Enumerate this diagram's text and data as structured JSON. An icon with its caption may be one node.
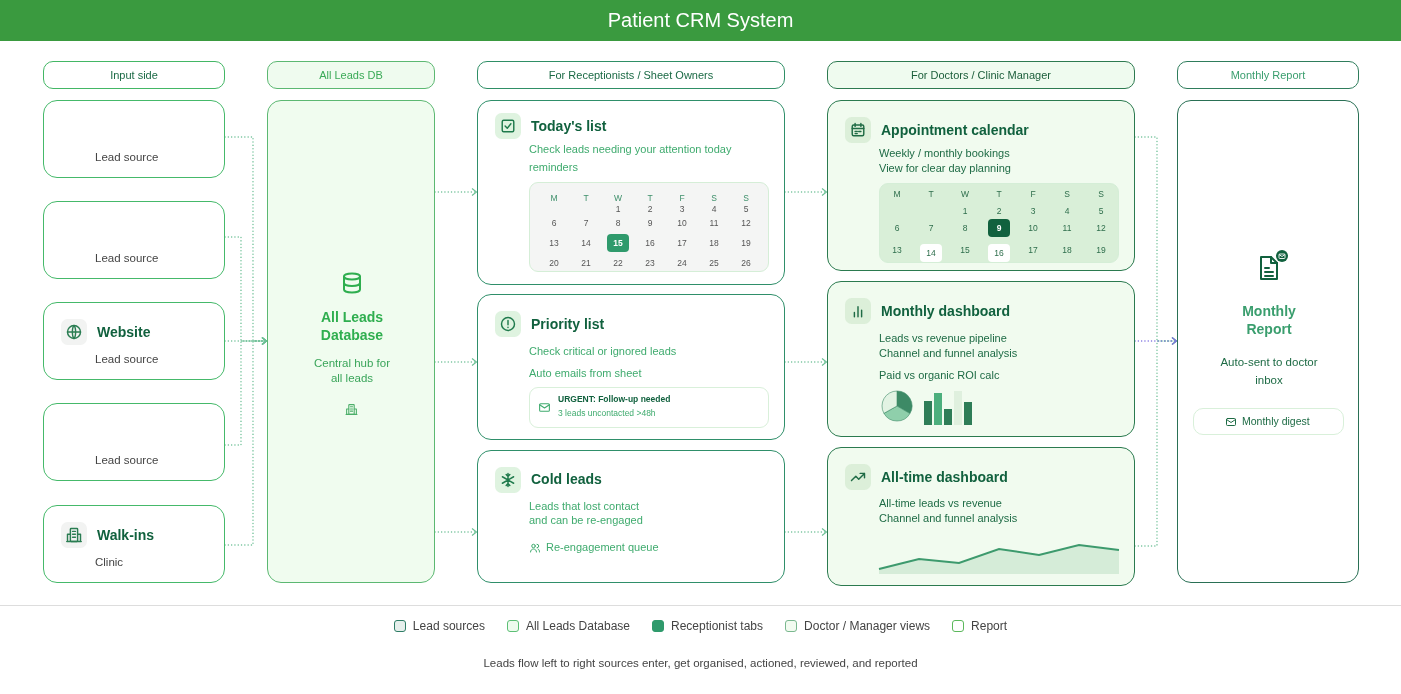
{
  "diagram": {
    "title": "Patient CRM System",
    "caption": "Leads flow left to right sources enter, get organised, actioned, reviewed, and reported",
    "nodes": [
      {
        "text": [
          "Input side"
        ]
      },
      {
        "text": [
          "All Leads DB"
        ]
      },
      {
        "text": [
          "For Receptionists / Sheet Owners"
        ]
      },
      {
        "text": [
          "For Doctors / Clinic Manager"
        ]
      },
      {
        "text": [
          "Monthly Report"
        ]
      },
      {
        "text": [
          "Lead source"
        ]
      },
      {
        "text": [
          "Lead source"
        ]
      },
      {
        "text": [
          "Website",
          "Lead source"
        ]
      },
      {
        "text": [
          "Lead source"
        ]
      },
      {
        "text": [
          "Walk-ins",
          "Clinic"
        ]
      },
      {
        "text": [
          "All Leads Database",
          "Central hub for all leads"
        ]
      },
      {
        "text": [
          "Today's list",
          "Check leads needing your attention today",
          "reminders"
        ]
      },
      {
        "text": [
          "M",
          "T",
          "W",
          "T",
          "F",
          "S",
          "S",
          "1",
          "2",
          "3",
          "4",
          "5",
          "6",
          "7",
          "8",
          "9",
          "10",
          "11",
          "12",
          "13",
          "14",
          "15",
          "16",
          "17",
          "18",
          "19",
          "20",
          "21",
          "22",
          "23",
          "24",
          "25",
          "26"
        ],
        "in": 11
      },
      {
        "text": [
          "Priority list",
          "Check critical or ignored leads",
          "Auto emails from sheet"
        ]
      },
      {
        "text": [
          "URGENT: Follow-up needed",
          "3 leads uncontacted >48h"
        ],
        "in": 13
      },
      {
        "text": [
          "Cold leads",
          "Leads that lost contact",
          "and can be re-engaged",
          "Re-engagement queue"
        ]
      },
      {
        "text": [
          "Appointment calendar",
          "Weekly / monthly bookings",
          "View for clear day planning"
        ]
      },
      {
        "text": [
          "M",
          "T",
          "W",
          "T",
          "F",
          "S",
          "S",
          "1",
          "2",
          "3",
          "4",
          "5",
          "6",
          "7",
          "8",
          "9",
          "10",
          "11",
          "12",
          "13",
          "14",
          "15",
          "16",
          "17",
          "18",
          "19"
        ],
        "in": 16
      },
      {
        "text": [
          "Monthly dashboard",
          "Leads vs revenue pipeline",
          "Channel and funnel analysis",
          "Paid vs organic ROI calc"
        ]
      },
      {
        "text": [
          "All-time dashboard",
          "All-time leads vs revenue",
          "Channel and funnel analysis"
        ]
      },
      {
        "text": [
          "Monthly Report",
          "Auto-sent to doctor inbox"
        ]
      },
      {
        "text": [
          "Monthly digest"
        ],
        "in": 20
      }
    ],
    "edges": [
      {
        "from": 5,
        "to": 10,
        "arrow": "to"
      },
      {
        "from": 6,
        "to": 10,
        "arrow": "to"
      },
      {
        "from": 7,
        "to": 10,
        "arrow": "to"
      },
      {
        "from": 8,
        "to": 10,
        "arrow": "to"
      },
      {
        "from": 9,
        "to": 10,
        "arrow": "to"
      },
      {
        "from": 10,
        "to": 11,
        "arrow": "to"
      },
      {
        "from": 10,
        "to": 13,
        "arrow": "to"
      },
      {
        "from": 10,
        "to": 15,
        "arrow": "to"
      },
      {
        "from": 11,
        "to": 16,
        "arrow": "to"
      },
      {
        "from": 13,
        "to": 18,
        "arrow": "to"
      },
      {
        "from": 15,
        "to": 19,
        "arrow": "to"
      },
      {
        "from": 16,
        "to": 20,
        "arrow": "to"
      },
      {
        "from": 18,
        "to": 20,
        "arrow": "to",
        "color": "#7c6fe0"
      },
      {
        "from": 19,
        "to": 20,
        "arrow": "to"
      }
    ],
    "legend": [
      {
        "text": "Lead sources",
        "color": "#e6efec"
      },
      {
        "text": "All Leads Database",
        "color": "#eefbee"
      },
      {
        "text": "Receptionist tabs",
        "color": "#2f9a6c"
      },
      {
        "text": "Doctor / Manager views",
        "color": "#f2fbf0"
      },
      {
        "text": "Report",
        "color": "#ffffff"
      }
    ]
  }
}
